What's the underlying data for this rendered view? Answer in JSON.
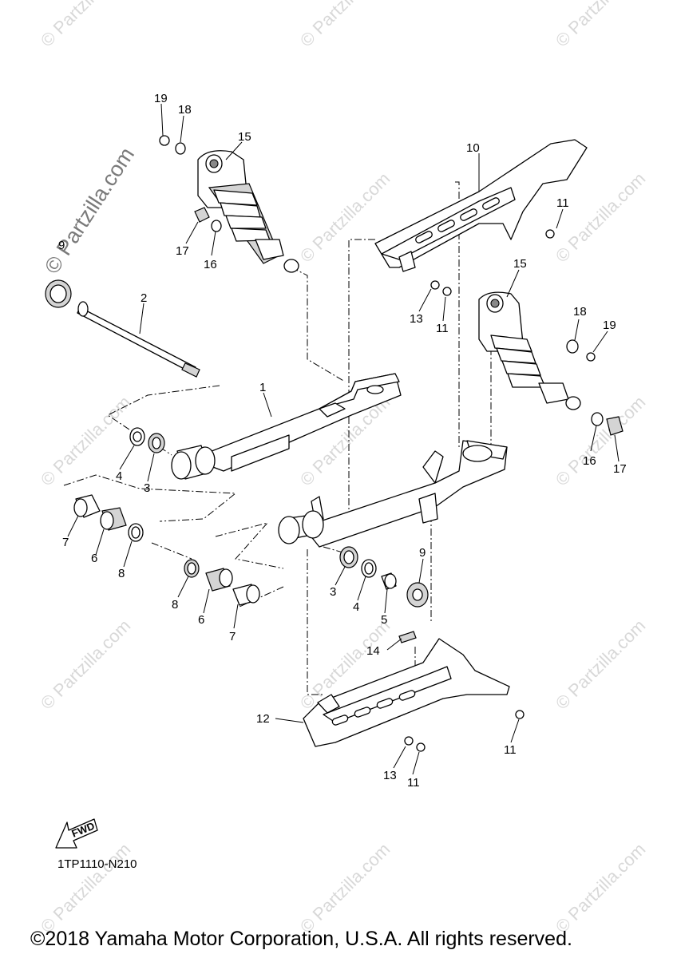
{
  "diagram": {
    "callouts": [
      {
        "id": "c19a",
        "text": "19"
      },
      {
        "id": "c18a",
        "text": "18"
      },
      {
        "id": "c15a",
        "text": "15"
      },
      {
        "id": "c10",
        "text": "10"
      },
      {
        "id": "c11a",
        "text": "11"
      },
      {
        "id": "c17a",
        "text": "17"
      },
      {
        "id": "c16a",
        "text": "16"
      },
      {
        "id": "c9a",
        "text": "9"
      },
      {
        "id": "c2",
        "text": "2"
      },
      {
        "id": "c13a",
        "text": "13"
      },
      {
        "id": "c11b",
        "text": "11"
      },
      {
        "id": "c15b",
        "text": "15"
      },
      {
        "id": "c18b",
        "text": "18"
      },
      {
        "id": "c19b",
        "text": "19"
      },
      {
        "id": "c1",
        "text": "1"
      },
      {
        "id": "c4a",
        "text": "4"
      },
      {
        "id": "c3a",
        "text": "3"
      },
      {
        "id": "c16b",
        "text": "16"
      },
      {
        "id": "c17b",
        "text": "17"
      },
      {
        "id": "c7a",
        "text": "7"
      },
      {
        "id": "c6a",
        "text": "6"
      },
      {
        "id": "c8a",
        "text": "8"
      },
      {
        "id": "c9b",
        "text": "9"
      },
      {
        "id": "c3b",
        "text": "3"
      },
      {
        "id": "c4b",
        "text": "4"
      },
      {
        "id": "c5",
        "text": "5"
      },
      {
        "id": "c8b",
        "text": "8"
      },
      {
        "id": "c6b",
        "text": "6"
      },
      {
        "id": "c7b",
        "text": "7"
      },
      {
        "id": "c14",
        "text": "14"
      },
      {
        "id": "c12",
        "text": "12"
      },
      {
        "id": "c11c",
        "text": "11"
      },
      {
        "id": "c13b",
        "text": "13"
      },
      {
        "id": "c11d",
        "text": "11"
      }
    ],
    "watermark": "© Partzilla.com",
    "fwd_label": "FWD",
    "diagram_code": "1TP1110-N210",
    "copyright": "©2018 Yamaha Motor Corporation, U.S.A. All rights reserved."
  }
}
